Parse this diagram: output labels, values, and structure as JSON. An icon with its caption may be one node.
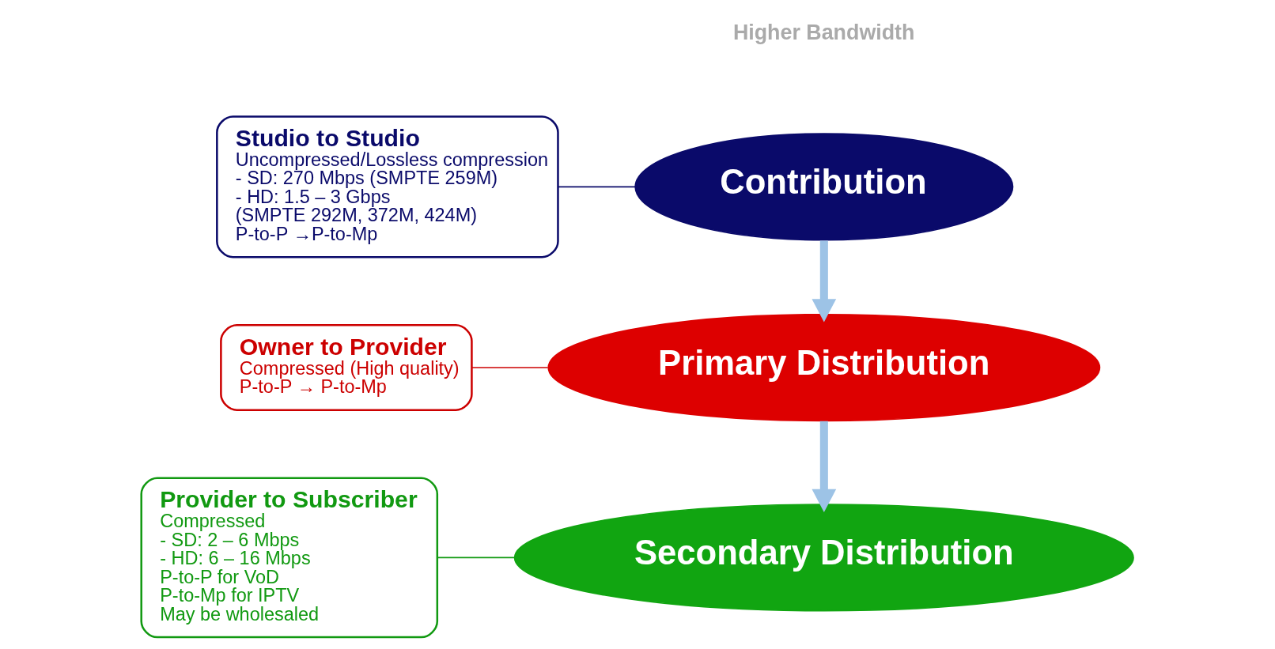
{
  "diagram": {
    "nodes": [
      {
        "text": [
          "Contribution"
        ]
      },
      {
        "text": [
          "Primary Distribution"
        ]
      },
      {
        "text": [
          "Secondary Distribution"
        ]
      },
      {
        "text": [
          "Studio to Studio",
          "Uncompressed/Lossless compression",
          "- SD: 270 Mbps (SMPTE 259M)",
          "- HD: 1.5 – 3 Gbps",
          "(SMPTE 292M, 372M, 424M)",
          "P-to-P →P-to-Mp"
        ]
      },
      {
        "text": [
          "Provider to Subscriber",
          "Compressed",
          "- SD: 2 – 6 Mbps",
          "- HD: 6 – 16 Mbps",
          "P-to-P for VoD",
          "P-to-Mp for IPTV",
          "May be wholesaled"
        ]
      },
      {
        "text": [
          "Owner to Provider",
          "Compressed (High quality)",
          "P-to-P → P-to-Mp"
        ]
      }
    ],
    "edges": [
      {
        "from": 0,
        "to": 1,
        "arrow": "to",
        "style": "thick",
        "color": "#9dc3e6"
      },
      {
        "from": 1,
        "to": 2,
        "arrow": "to",
        "style": "thick",
        "color": "#9dc3e6"
      },
      {
        "from": 3,
        "to": 0,
        "arrow": "none",
        "color": "#0a0a6a"
      },
      {
        "from": 4,
        "to": 2,
        "arrow": "none",
        "color": "#119911"
      },
      {
        "from": 5,
        "to": 1,
        "arrow": "none",
        "color": "#cc0000"
      }
    ],
    "labels": [
      "Higher Bandwidth"
    ]
  }
}
